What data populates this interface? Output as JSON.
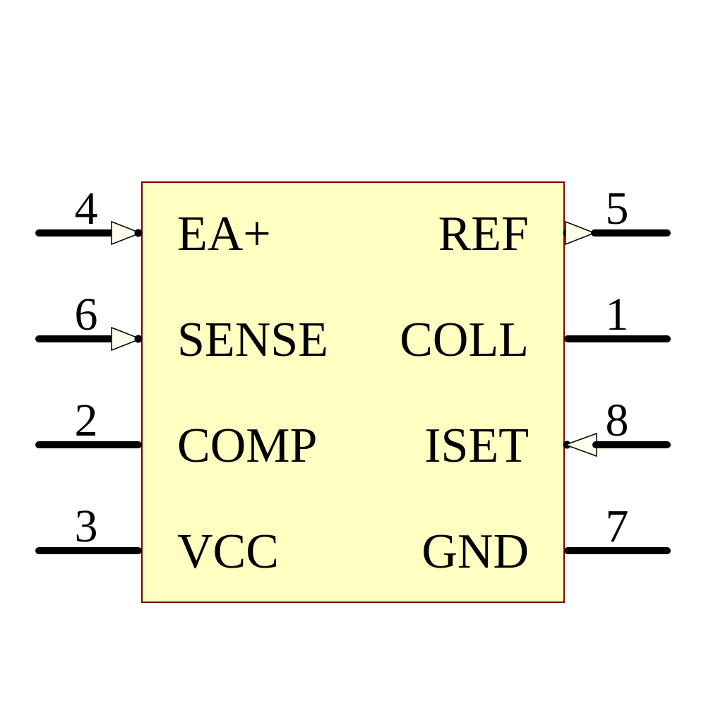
{
  "component": {
    "kind": "ic-schematic-symbol",
    "body": {
      "fill": "#FFFFC2",
      "border": "#800000"
    },
    "arrow_fill": "#FFFFEC",
    "wire_color": "#000000",
    "text_color": "#000000",
    "pins": {
      "left": [
        {
          "number": "4",
          "label": "EA+",
          "arrow": "input"
        },
        {
          "number": "6",
          "label": "SENSE",
          "arrow": "input"
        },
        {
          "number": "2",
          "label": "COMP",
          "arrow": "none"
        },
        {
          "number": "3",
          "label": "VCC",
          "arrow": "none"
        }
      ],
      "right": [
        {
          "number": "5",
          "label": "REF",
          "arrow": "output"
        },
        {
          "number": "1",
          "label": "COLL",
          "arrow": "none"
        },
        {
          "number": "8",
          "label": "ISET",
          "arrow": "input"
        },
        {
          "number": "7",
          "label": "GND",
          "arrow": "none"
        }
      ]
    }
  }
}
